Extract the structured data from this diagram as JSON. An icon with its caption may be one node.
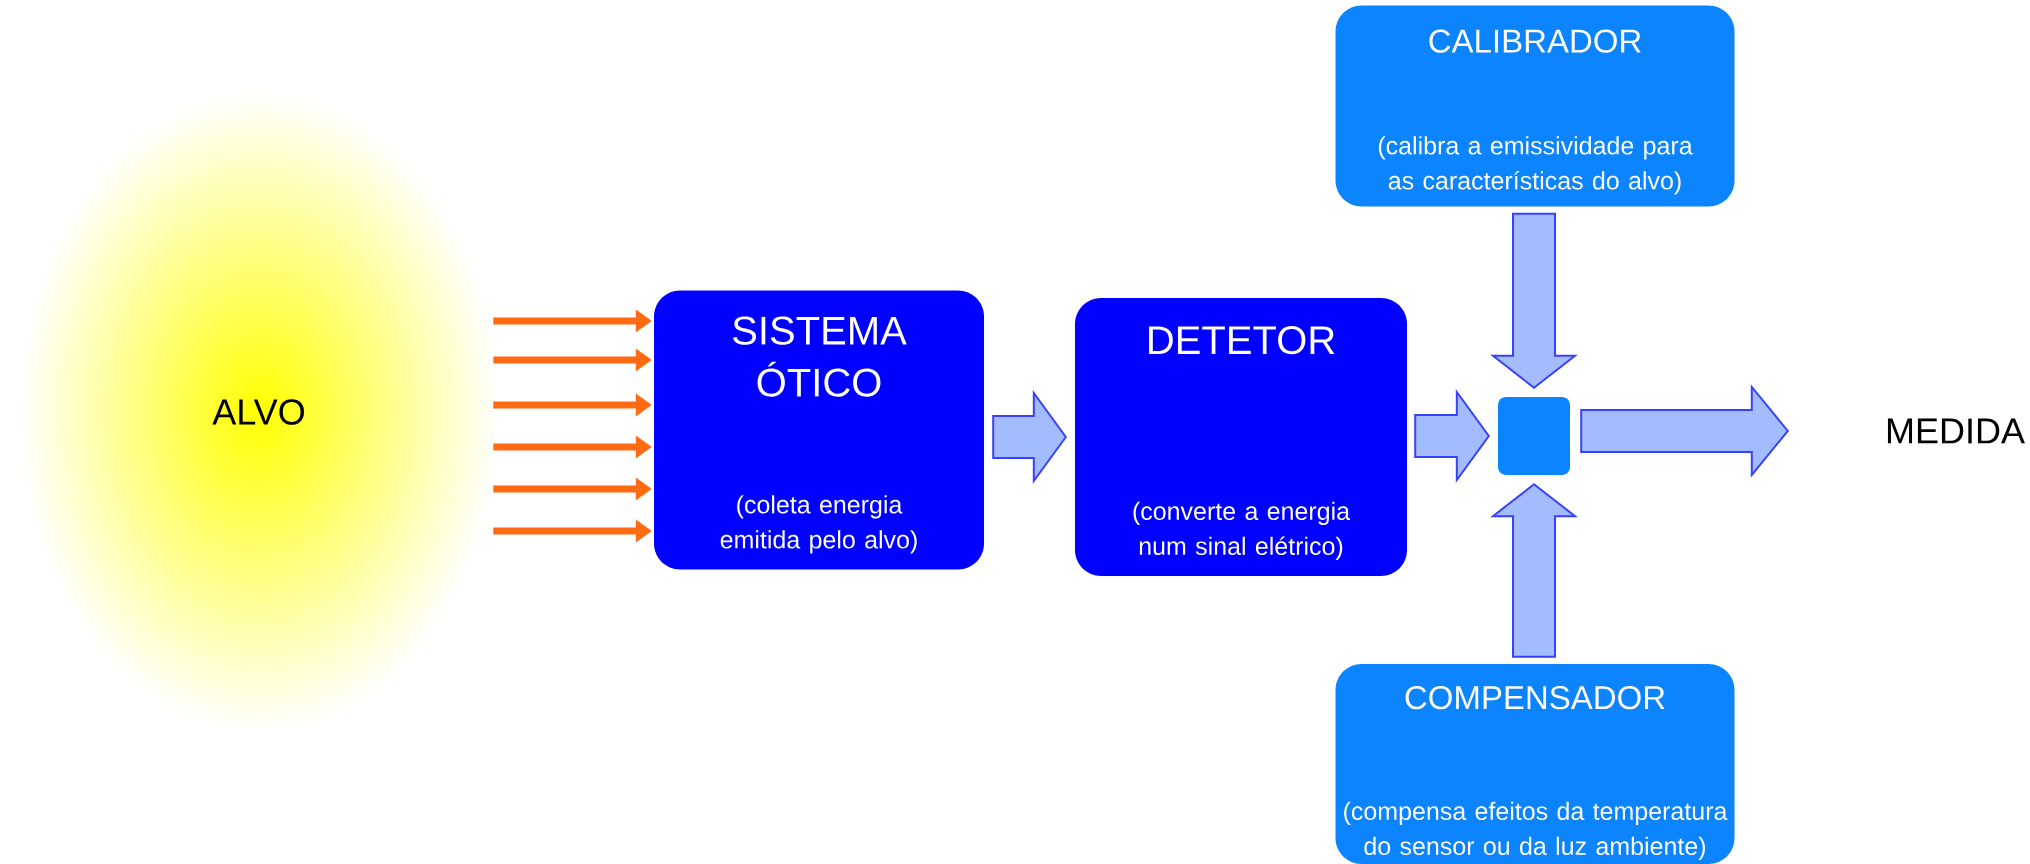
{
  "diagram": {
    "nodes": [
      {
        "text": [
          "ALVO"
        ]
      },
      {
        "text": [
          "SISTEMA ÓTICO",
          "(coleta energia emitida pelo alvo)"
        ]
      },
      {
        "text": [
          "DETETOR",
          "(converte a energia num sinal elétrico)"
        ]
      },
      {
        "text": [
          "CALIBRADOR",
          "(calibra a emissividade para as características do alvo)"
        ]
      },
      {
        "text": [],
        "shape": "box"
      },
      {
        "text": [
          "COMPENSADOR",
          "(compensa efeitos da temperatura do sensor ou da luz ambiente)"
        ]
      },
      {
        "text": [
          "MEDIDA"
        ]
      }
    ],
    "edges": [
      {
        "from": 0,
        "to": 1,
        "arrow": "to",
        "color": "#ff6a13"
      },
      {
        "from": 0,
        "to": 1,
        "arrow": "to",
        "color": "#ff6a13"
      },
      {
        "from": 0,
        "to": 1,
        "arrow": "to",
        "color": "#ff6a13"
      },
      {
        "from": 0,
        "to": 1,
        "arrow": "to",
        "color": "#ff6a13"
      },
      {
        "from": 0,
        "to": 1,
        "arrow": "to",
        "color": "#ff6a13"
      },
      {
        "from": 0,
        "to": 1,
        "arrow": "to",
        "color": "#ff6a13"
      },
      {
        "from": 1,
        "to": 2,
        "arrow": "to",
        "style": "thick",
        "color": "#a3bbff"
      },
      {
        "from": 2,
        "to": 4,
        "arrow": "to",
        "style": "thick",
        "color": "#a3bbff"
      },
      {
        "from": 3,
        "to": 4,
        "arrow": "to",
        "style": "thick",
        "color": "#a3bbff"
      },
      {
        "from": 5,
        "to": 4,
        "arrow": "to",
        "style": "thick",
        "color": "#a3bbff"
      },
      {
        "from": 4,
        "to": 6,
        "arrow": "to",
        "style": "thick",
        "color": "#a3bbff"
      }
    ]
  }
}
